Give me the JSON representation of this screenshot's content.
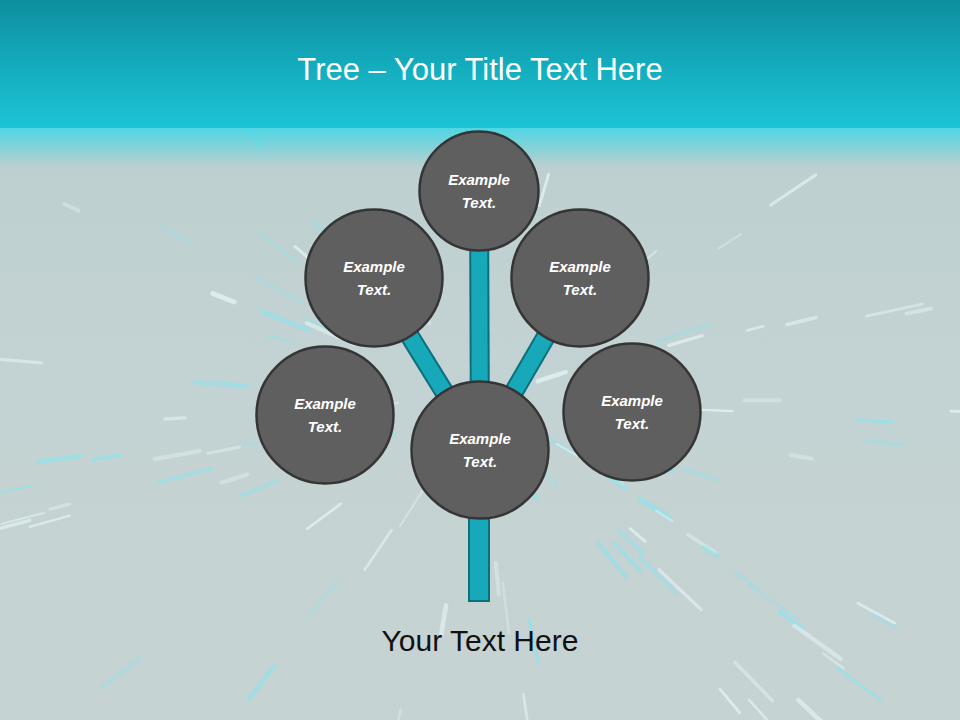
{
  "diagram": {
    "title": "Tree – Your Title Text Here",
    "caption": "Your Text Here",
    "nodes": [
      {
        "text": [
          "Example Text."
        ]
      },
      {
        "text": [
          "Example Text."
        ]
      },
      {
        "text": [
          "Example Text."
        ]
      },
      {
        "text": [
          "Example Text."
        ]
      },
      {
        "text": [
          "Example Text."
        ]
      },
      {
        "text": [
          "Example Text."
        ]
      }
    ],
    "edges": [
      {
        "from": 5,
        "to": 0,
        "arrow": "none"
      },
      {
        "from": 5,
        "to": 1,
        "arrow": "none"
      },
      {
        "from": 5,
        "to": 2,
        "arrow": "none"
      }
    ]
  }
}
